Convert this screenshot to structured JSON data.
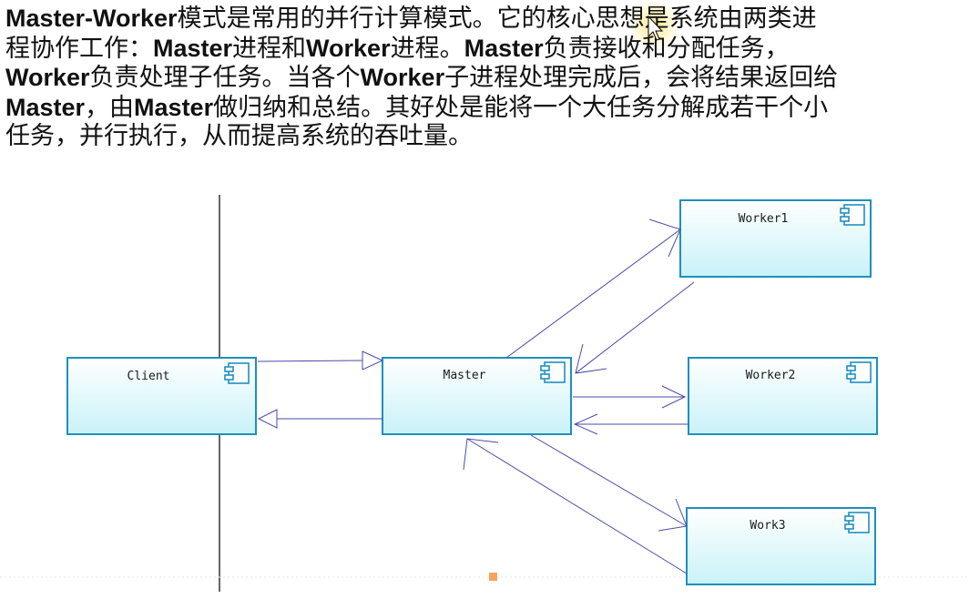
{
  "paragraph": {
    "lines": [
      [
        {
          "t": "Master-Worker",
          "b": true
        },
        {
          "t": "模式是常用的并行计算模式。它的核心思想是系统由两类进",
          "b": false
        }
      ],
      [
        {
          "t": "程协作工作：",
          "b": false
        },
        {
          "t": "Master",
          "b": true
        },
        {
          "t": "进程和",
          "b": false
        },
        {
          "t": "Worker",
          "b": true
        },
        {
          "t": "进程。",
          "b": false
        },
        {
          "t": "Master",
          "b": true
        },
        {
          "t": "负责接收和分配任务，",
          "b": false
        }
      ],
      [
        {
          "t": "Worker",
          "b": true
        },
        {
          "t": "负责处理子任务。当各个",
          "b": false
        },
        {
          "t": "Worker",
          "b": true
        },
        {
          "t": "子进程处理完成后，会将结果返回给",
          "b": false
        }
      ],
      [
        {
          "t": "Master",
          "b": true
        },
        {
          "t": "，由",
          "b": false
        },
        {
          "t": "Master",
          "b": true
        },
        {
          "t": "做归纳和总结。其好处是能将一个大任务分解成若干个小",
          "b": false
        }
      ],
      [
        {
          "t": "任务，并行执行，从而提高系统的吞吐量。",
          "b": false
        }
      ]
    ]
  },
  "diagram": {
    "components": {
      "client": "Client",
      "master": "Master",
      "worker1": "Worker1",
      "worker2": "Worker2",
      "worker3": "Work3"
    },
    "colors": {
      "box_border": "#1f8fbf",
      "box_fill_top": "#ffffff",
      "box_fill_bottom": "#c9f2f8",
      "arrow": "#4a4aa8",
      "divider": "#000000",
      "cursor_highlight": "#ffe27a",
      "marker": "#f4a460"
    },
    "icon": "uml-component-icon"
  }
}
